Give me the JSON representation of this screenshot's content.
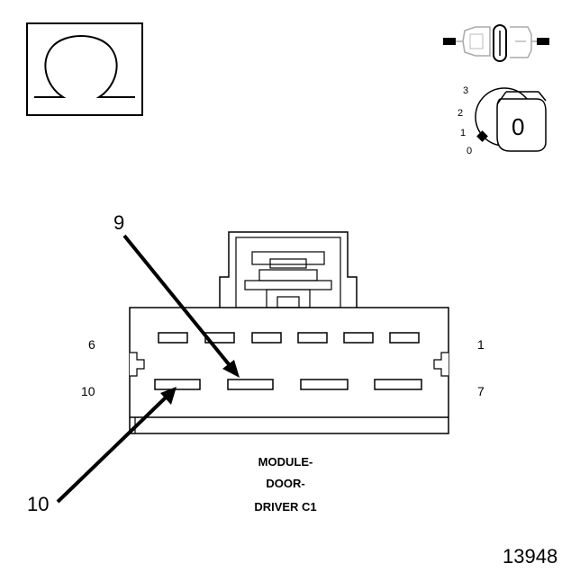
{
  "meter_symbol": "Ω",
  "ignition": {
    "positions": [
      "3",
      "2",
      "1",
      "0"
    ],
    "key_label": "0"
  },
  "connector": {
    "pin_labels": {
      "top_left": "6",
      "top_right": "1",
      "bottom_left": "10",
      "bottom_right": "7"
    },
    "title_lines": [
      "MODULE-",
      "DOOR-",
      "DRIVER C1"
    ]
  },
  "callouts": [
    {
      "label": "9",
      "target": "terminal 9"
    },
    {
      "label": "10",
      "target": "terminal 10"
    }
  ],
  "figure_number": "13948"
}
